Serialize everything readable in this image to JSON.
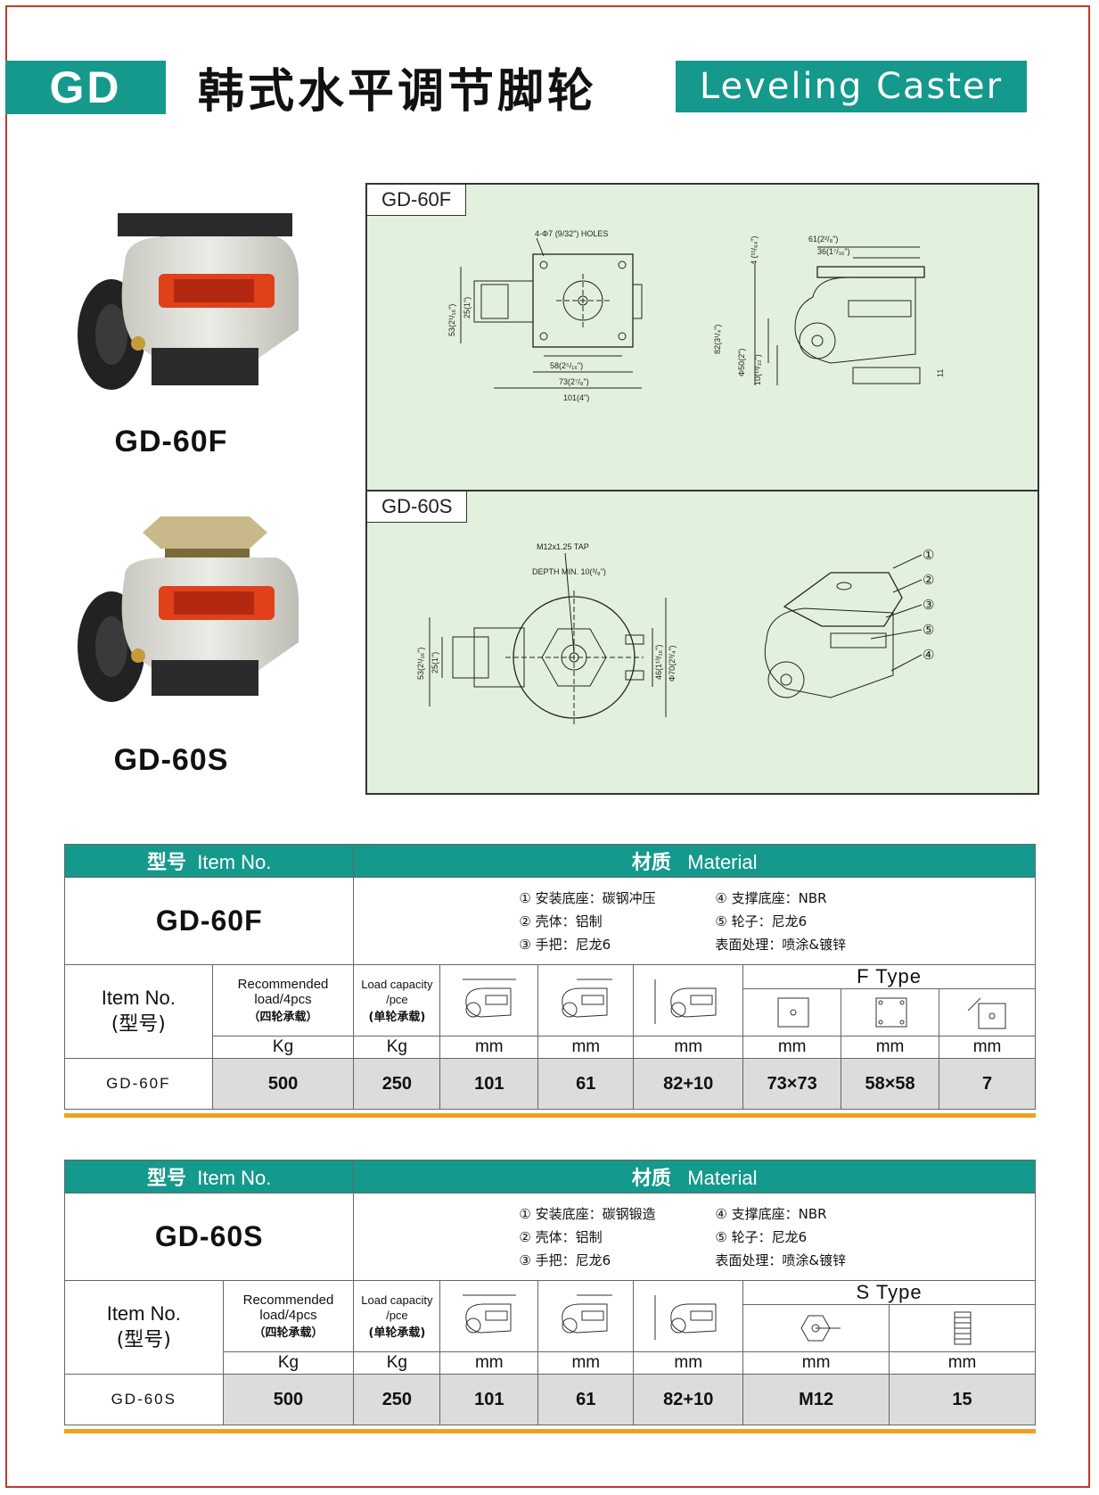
{
  "header": {
    "code": "GD",
    "title_cn": "韩式水平调节脚轮",
    "title_en": "Leveling Caster"
  },
  "colors": {
    "accent": "#14998c",
    "border": "#c0392b",
    "diagram_bg": "#e2f1dd",
    "table_bar": "#f0a020"
  },
  "photos": [
    {
      "label": "GD-60F"
    },
    {
      "label": "GD-60S"
    }
  ],
  "diagram_f": {
    "tab": "GD-60F",
    "holes": "4-Φ7 (9/32\") HOLES",
    "d53": "53(2¹/₁₆\")",
    "d25": "25(1\")",
    "d58": "58(2⁵/₁₆\")",
    "d73": "73(2⁷/₈\")",
    "d101": "101(4\")",
    "d61": "61(2²/₈\")",
    "d36": "36(1⁷/₁₆\")",
    "d4": "4 (¹¹/₆₄\")",
    "d82": "82(3¹/₄\")",
    "d50": "Φ50(2\")",
    "d10": "10(¹³/₃₂\")",
    "d11": "11"
  },
  "diagram_s": {
    "tab": "GD-60S",
    "tap": "M12x1.25 TAP",
    "depth": "DEPTH MIN. 10(³/₈\")",
    "d53": "53(2¹/₁₆\")",
    "d25": "25(1\")",
    "d46": "46(1¹³/₁₆\")",
    "d70": "Φ70(2³/₄\")",
    "callouts": [
      "①",
      "②",
      "③",
      "⑤",
      "④"
    ]
  },
  "table_f": {
    "item_cn": "型号",
    "item_en": "Item No.",
    "mat_cn": "材质",
    "mat_en": "Material",
    "model": "GD-60F",
    "materials_left": [
      "① 安装底座：碳钢冲压",
      "② 壳体：铝制",
      "③ 手把：尼龙6"
    ],
    "materials_right": [
      "④ 支撑底座：NBR",
      "⑤ 轮子：尼龙6",
      "表面处理：喷涂&镀锌"
    ],
    "col_item_en": "Item No.",
    "col_item_cn": "(型号)",
    "col_rec_en": "Recommended load/4pcs",
    "col_rec_cn": "（四轮承载）",
    "col_cap_en": "Load capacity /pce",
    "col_cap_cn": "(单轮承载)",
    "type_label": "F Type",
    "units": [
      "Kg",
      "Kg",
      "mm",
      "mm",
      "mm",
      "mm",
      "mm",
      "mm"
    ],
    "row": [
      "GD-60F",
      "500",
      "250",
      "101",
      "61",
      "82+10",
      "73×73",
      "58×58",
      "7"
    ]
  },
  "table_s": {
    "item_cn": "型号",
    "item_en": "Item No.",
    "mat_cn": "材质",
    "mat_en": "Material",
    "model": "GD-60S",
    "materials_left": [
      "① 安装底座：碳钢锻造",
      "② 壳体：铝制",
      "③ 手把：尼龙6"
    ],
    "materials_right": [
      "④ 支撑底座：NBR",
      "⑤ 轮子：尼龙6",
      "表面处理：喷涂&镀锌"
    ],
    "col_item_en": "Item No.",
    "col_item_cn": "(型号)",
    "col_rec_en": "Recommended load/4pcs",
    "col_rec_cn": "（四轮承载）",
    "col_cap_en": "Load capacity /pce",
    "col_cap_cn": "(单轮承载)",
    "type_label": "S Type",
    "units": [
      "Kg",
      "Kg",
      "mm",
      "mm",
      "mm",
      "mm",
      "mm"
    ],
    "row": [
      "GD-60S",
      "500",
      "250",
      "101",
      "61",
      "82+10",
      "M12",
      "15"
    ]
  }
}
